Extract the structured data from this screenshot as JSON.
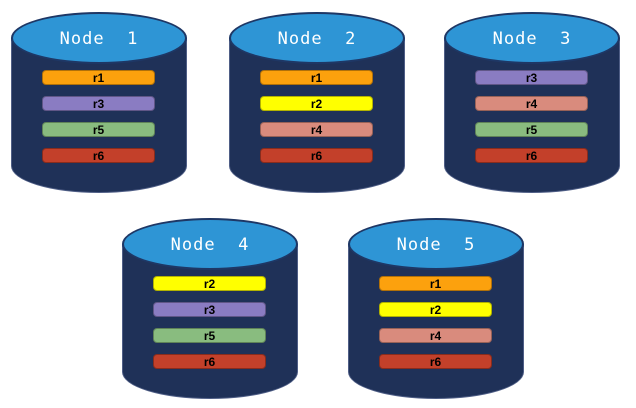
{
  "colors": {
    "background": "#FFFFFF",
    "cylinder_body": "#1F3158",
    "cylinder_body_outline": "#4F5E86",
    "cylinder_top": "#2E95D5",
    "cylinder_top_border": "#1E3765",
    "title_text": "#FFFFFF",
    "bar_text": "#000000"
  },
  "replica_palette": {
    "r1": "#FCA10D",
    "r2": "#FFFF00",
    "r3": "#8A7CC2",
    "r4": "#D98B7D",
    "r5": "#89BC7F",
    "r6": "#C3402A"
  },
  "nodes": [
    {
      "title": "Node  1",
      "replicas": [
        {
          "label": "r1",
          "color": "#FCA10D"
        },
        {
          "label": "r3",
          "color": "#8A7CC2"
        },
        {
          "label": "r5",
          "color": "#89BC7F"
        },
        {
          "label": "r6",
          "color": "#C3402A"
        }
      ]
    },
    {
      "title": "Node  2",
      "replicas": [
        {
          "label": "r1",
          "color": "#FCA10D"
        },
        {
          "label": "r2",
          "color": "#FFFF00"
        },
        {
          "label": "r4",
          "color": "#D98B7D"
        },
        {
          "label": "r6",
          "color": "#C3402A"
        }
      ]
    },
    {
      "title": "Node  3",
      "replicas": [
        {
          "label": "r3",
          "color": "#8A7CC2"
        },
        {
          "label": "r4",
          "color": "#D98B7D"
        },
        {
          "label": "r5",
          "color": "#89BC7F"
        },
        {
          "label": "r6",
          "color": "#C3402A"
        }
      ]
    },
    {
      "title": "Node  4",
      "replicas": [
        {
          "label": "r2",
          "color": "#FFFF00"
        },
        {
          "label": "r3",
          "color": "#8A7CC2"
        },
        {
          "label": "r5",
          "color": "#89BC7F"
        },
        {
          "label": "r6",
          "color": "#C3402A"
        }
      ]
    },
    {
      "title": "Node  5",
      "replicas": [
        {
          "label": "r1",
          "color": "#FCA10D"
        },
        {
          "label": "r2",
          "color": "#FFFF00"
        },
        {
          "label": "r4",
          "color": "#D98B7D"
        },
        {
          "label": "r6",
          "color": "#C3402A"
        }
      ]
    }
  ]
}
